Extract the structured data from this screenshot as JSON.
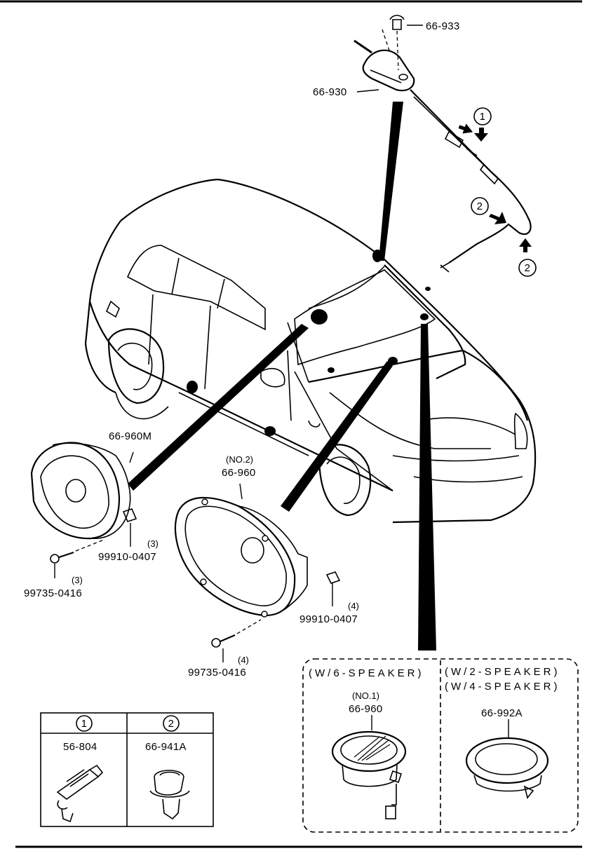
{
  "parts": {
    "antenna_bolt": "66-933",
    "antenna_base": "66-930",
    "rear_speaker": "66-960M",
    "front_speaker_note": "(NO.2)",
    "front_speaker": "66-960",
    "nut_a": "99910-0407",
    "nut_a_qty": "(3)",
    "screw_a": "99735-0416",
    "screw_a_qty": "(3)",
    "nut_b": "99910-0407",
    "nut_b_qty": "(4)",
    "screw_b": "99735-0416",
    "screw_b_qty": "(4)"
  },
  "callouts": {
    "one_a": "1",
    "two_a": "2",
    "two_b": "2"
  },
  "tweeter_box": {
    "left_heading": "(W/6-SPEAKER)",
    "left_note": "(NO.1)",
    "left_part": "66-960",
    "right_heading_1": "(W/2-SPEAKER)",
    "right_heading_2": "(W/4-SPEAKER)",
    "right_part": "66-992A"
  },
  "legend_table": {
    "col1_key": "1",
    "col2_key": "2",
    "col1_part": "56-804",
    "col2_part": "66-941A"
  }
}
